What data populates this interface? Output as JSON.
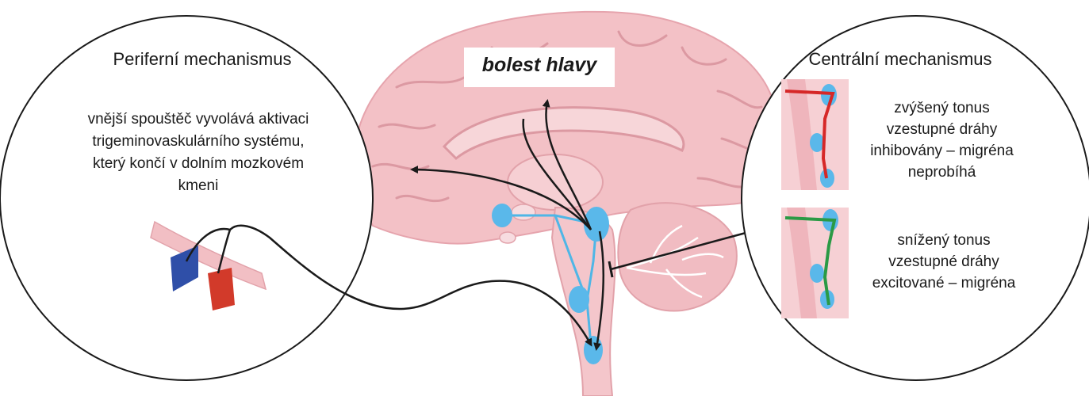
{
  "headache_label": "bolest hlavy",
  "peripheral": {
    "title": "Periferní mechanismus",
    "lines": [
      "vnější spouštěč vyvolává aktivaci",
      "trigeminovaskulárního systému,",
      "který končí v dolním mozkovém",
      "kmeni"
    ]
  },
  "central": {
    "title": "Centrální mechanismus",
    "increased": {
      "lines": [
        "zvýšený tonus",
        "vzestupné dráhy",
        "inhibovány – migréna",
        "neprobíhá"
      ]
    },
    "decreased": {
      "lines": [
        "snížený tonus",
        "vzestupné dráhy",
        "excitované – migréna"
      ]
    }
  },
  "colors": {
    "brain": "#f3c1c6",
    "brain_dark": "#e2a2aa",
    "pathway": "#4fb6e6",
    "nucleus": "#5ab8ea",
    "arrow": "#1a1a1a",
    "inhibitory_path": "#d62828",
    "excitatory_path": "#2a9a45",
    "vessel_blue": "#2f4fa8",
    "vessel_red": "#d23a2a"
  }
}
